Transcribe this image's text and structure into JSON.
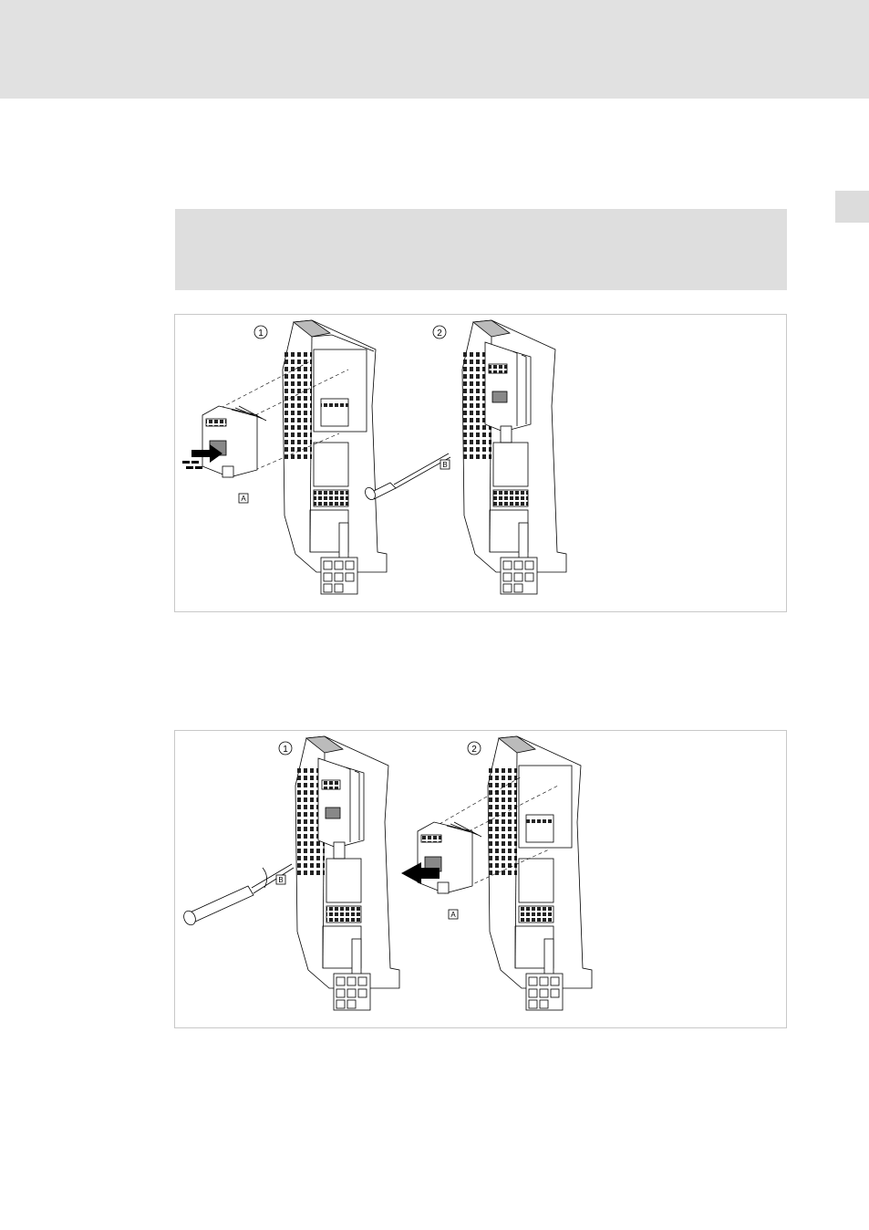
{
  "figure_install": {
    "steps": [
      "1",
      "2"
    ],
    "labels": {
      "module": "A",
      "screw": "B"
    }
  },
  "figure_remove": {
    "steps": [
      "1",
      "2"
    ],
    "labels": {
      "screw": "B",
      "module": "A"
    }
  }
}
